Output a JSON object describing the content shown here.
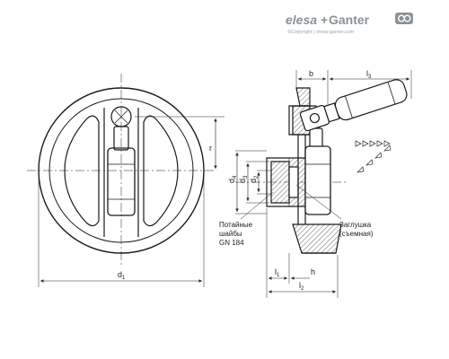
{
  "brand": {
    "elesa": "elesa",
    "plus": "+",
    "ganter": "Ganter",
    "copyright": "©Copyright | elesa-ganter.com"
  },
  "labels": {
    "d1": "d",
    "d1_sub": "1",
    "r": "r",
    "d4": "d",
    "d4_sub": "4",
    "d3": "d",
    "d3_sub": "3",
    "d2": "d",
    "d2_sub": "2",
    "b": "b",
    "l3": "l",
    "l3_sub": "3",
    "l1": "l",
    "l1_sub": "1",
    "h": "h",
    "l2": "l",
    "l2_sub": "2"
  },
  "notes": {
    "washers_line1": "Потайные",
    "washers_line2": "шайбы",
    "washers_line3": "GN 184",
    "plug_line1": "Заглушка",
    "plug_line2": "(съемная)"
  },
  "colors": {
    "line": "#1a1a1a",
    "hatch": "#555555",
    "brand_gray": "#8a9297"
  }
}
